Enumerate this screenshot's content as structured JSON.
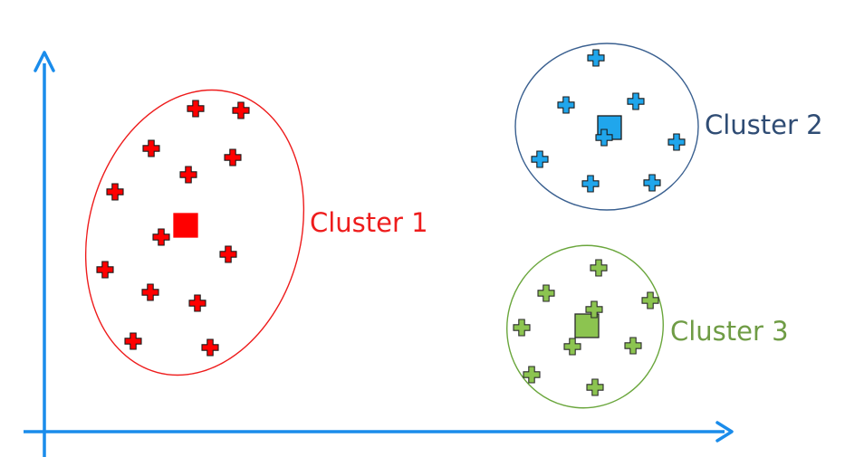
{
  "colors": {
    "axis": "#1a8ceb",
    "cluster1": "#ee1c1c",
    "cluster1_point": "#ff0000",
    "cluster2_outline": "#3a6090",
    "cluster2_label": "#2f4c74",
    "cluster2_point": "#20a6ec",
    "cluster3_outline": "#6aa63c",
    "cluster3_label": "#6f9c45",
    "cluster3_point": "#8cc450"
  },
  "icons": {
    "point_marker": "plus-icon",
    "centroid_marker": "square-icon",
    "axis_end": "arrow-head-icon"
  },
  "clusters": [
    {
      "id": "cluster-1",
      "label": "Cluster 1",
      "points": [
        [
          216,
          120
        ],
        [
          266,
          122
        ],
        [
          167,
          164
        ],
        [
          257,
          174
        ],
        [
          208,
          193
        ],
        [
          127,
          212
        ],
        [
          178,
          262
        ],
        [
          252,
          281
        ],
        [
          116,
          298
        ],
        [
          166,
          323
        ],
        [
          218,
          335
        ],
        [
          147,
          377
        ],
        [
          232,
          384
        ]
      ],
      "centroid": [
        205,
        249
      ]
    },
    {
      "id": "cluster-2",
      "label": "Cluster 2",
      "points": [
        [
          658,
          64
        ],
        [
          625,
          116
        ],
        [
          702,
          112
        ],
        [
          667,
          152
        ],
        [
          747,
          157
        ],
        [
          596,
          176
        ],
        [
          652,
          203
        ],
        [
          720,
          202
        ]
      ],
      "centroid": [
        673,
        141
      ]
    },
    {
      "id": "cluster-3",
      "label": "Cluster 3",
      "points": [
        [
          661,
          296
        ],
        [
          603,
          324
        ],
        [
          718,
          332
        ],
        [
          576,
          362
        ],
        [
          656,
          342
        ],
        [
          632,
          383
        ],
        [
          699,
          382
        ],
        [
          587,
          414
        ],
        [
          657,
          428
        ]
      ],
      "centroid": [
        648,
        360
      ]
    }
  ]
}
